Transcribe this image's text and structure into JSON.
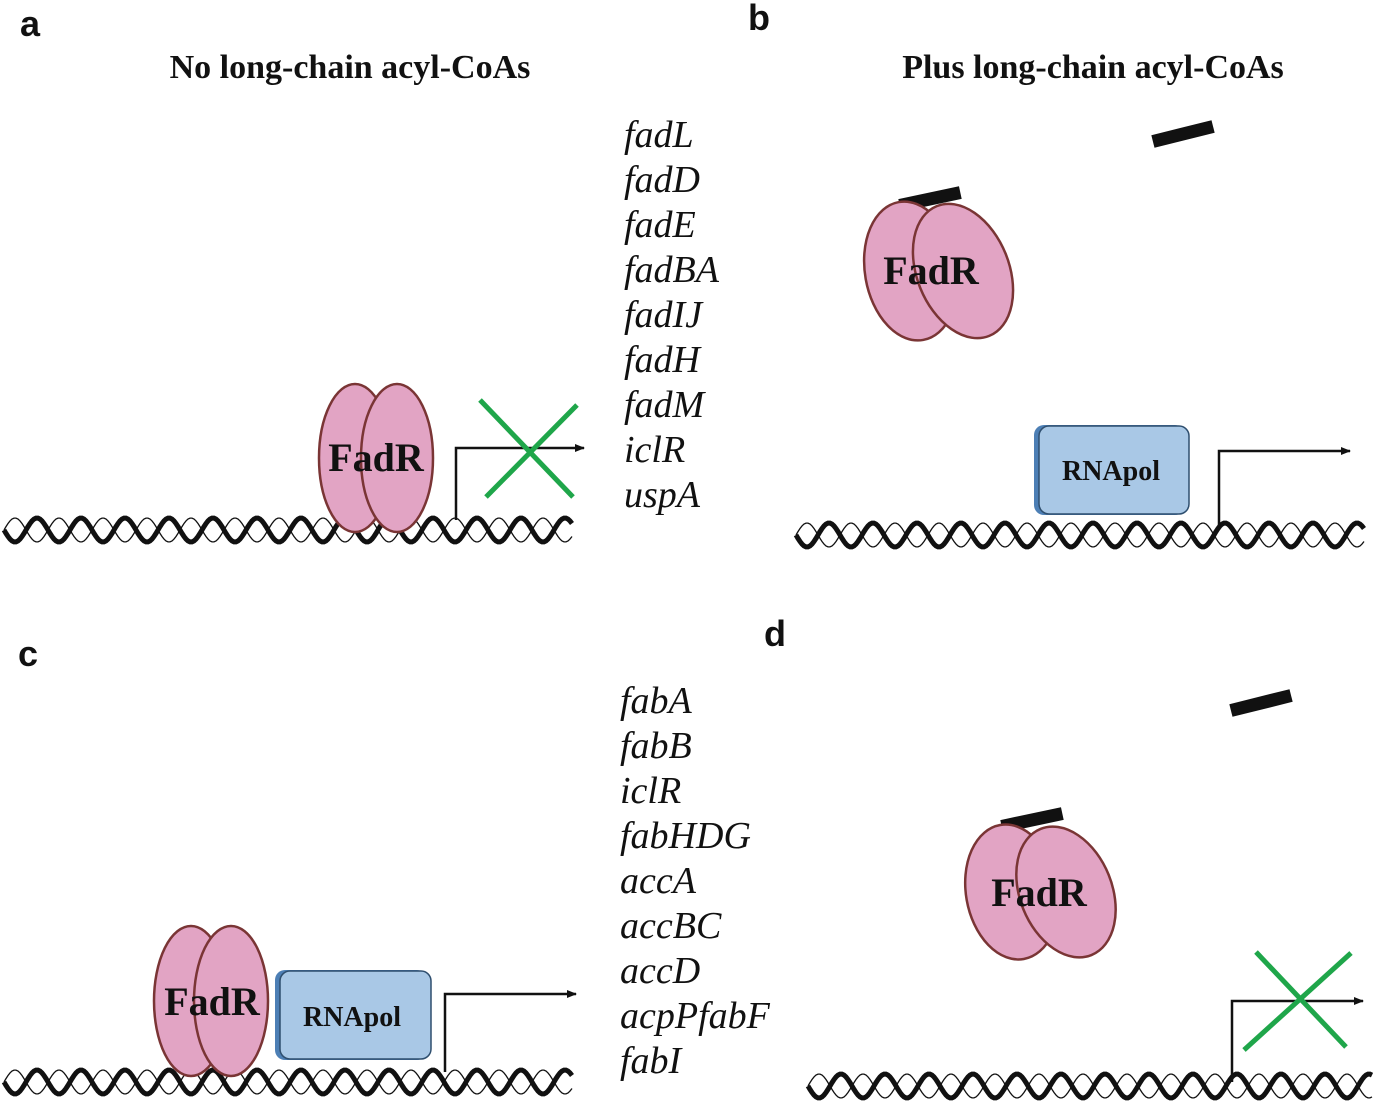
{
  "panels": {
    "a": {
      "letter": "a",
      "heading": "No long-chain acyl-CoAs",
      "protein_label": "FadR",
      "genes": [
        "fadL",
        "fadD",
        "fadE",
        "fadBA",
        "fadIJ",
        "fadH",
        "fadM",
        "iclR",
        "uspA"
      ]
    },
    "b": {
      "letter": "b",
      "heading": "Plus long-chain acyl-CoAs",
      "protein_label": "FadR",
      "polymerase_label": "RNApol"
    },
    "c": {
      "letter": "c",
      "protein_label": "FadR",
      "polymerase_label": "RNApol",
      "genes": [
        "fabA",
        "fabB",
        "iclR",
        "fabHDG",
        "accA",
        "accBC",
        "accD",
        "acpPfabF",
        "fabI"
      ]
    },
    "d": {
      "letter": "d",
      "protein_label": "FadR"
    }
  },
  "colors": {
    "fadr_fill": "#e2a4c4",
    "fadr_outline": "#7a3535",
    "rnapol_fill": "#a9c8e6",
    "block_cross": "#1fa64a",
    "dna": "#111111"
  }
}
